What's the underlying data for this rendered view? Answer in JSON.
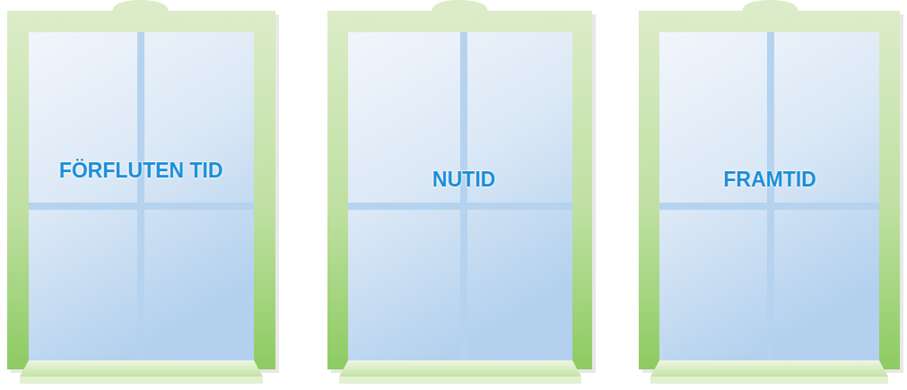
{
  "diagram": {
    "nodes": [
      {
        "text": [
          "FÖRFLUTEN TID"
        ]
      },
      {
        "text": [
          "NUTID"
        ]
      },
      {
        "text": [
          "FRAMTID"
        ]
      }
    ]
  }
}
